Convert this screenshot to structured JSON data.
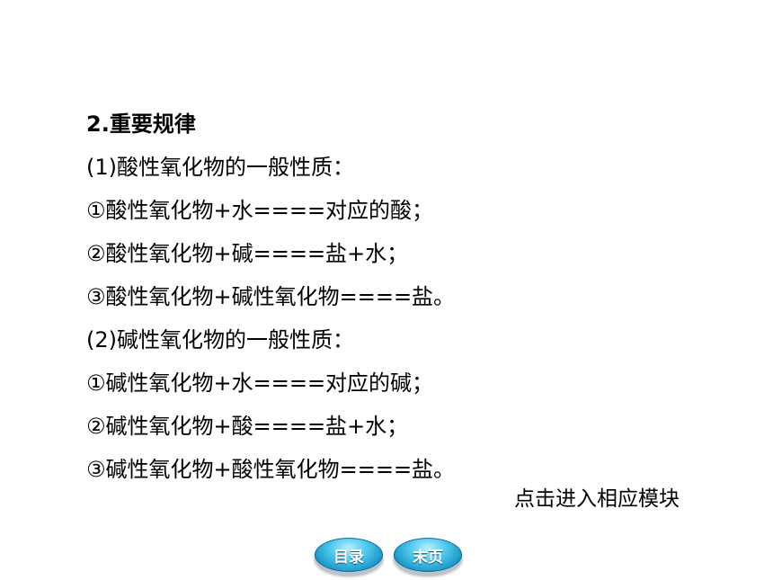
{
  "content": {
    "heading": "2.重要规律",
    "acid_title": "(1)酸性氧化物的一般性质：",
    "acid_items": [
      "①酸性氧化物+水====对应的酸；",
      "②酸性氧化物+碱====盐+水；",
      "③酸性氧化物+碱性氧化物====盐。"
    ],
    "base_title": "(2)碱性氧化物的一般性质：",
    "base_items": [
      "①碱性氧化物+水====对应的碱；",
      "②碱性氧化物+酸====盐+水；",
      "③碱性氧化物+酸性氧化物====盐。"
    ]
  },
  "module_link": "点击进入相应模块",
  "nav": {
    "toc_label": "目录",
    "last_page_label": "末页"
  },
  "colors": {
    "button_main": "#1996c6",
    "button_highlight": "#b8f0ff",
    "text": "#000000"
  }
}
